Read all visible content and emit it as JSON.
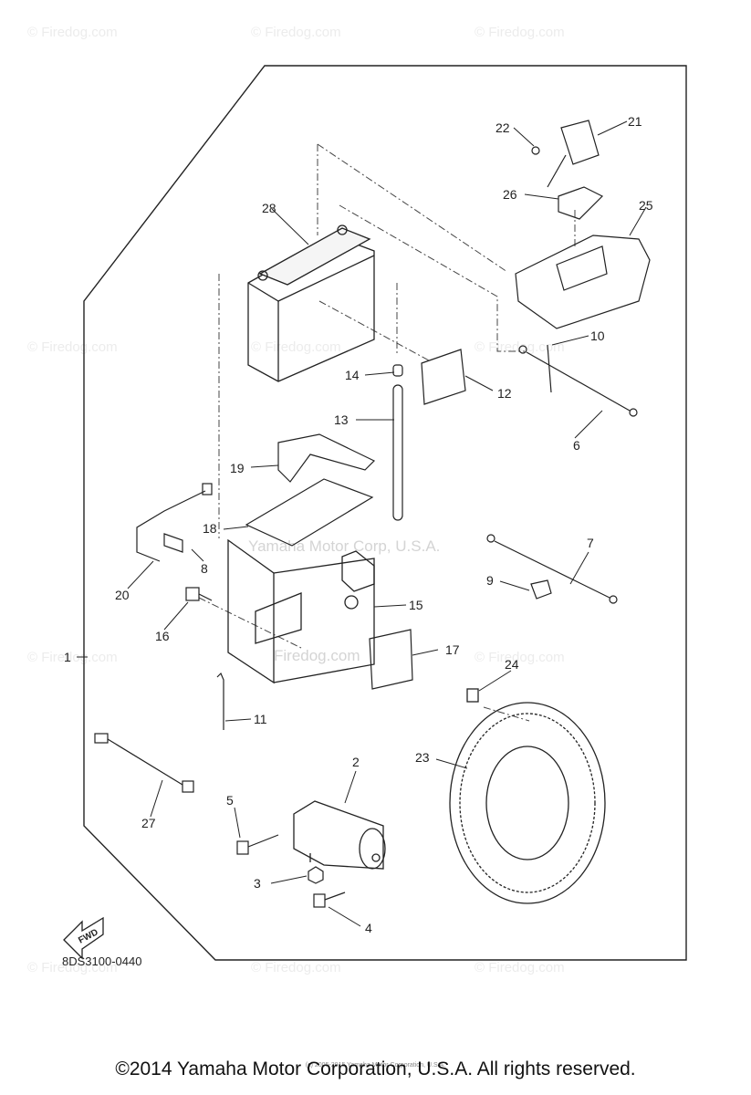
{
  "diagram": {
    "code": "8DS3100-0440",
    "direction_label": "FWD",
    "callouts": [
      "1",
      "2",
      "3",
      "4",
      "5",
      "6",
      "7",
      "8",
      "9",
      "10",
      "11",
      "12",
      "13",
      "14",
      "15",
      "16",
      "17",
      "18",
      "19",
      "20",
      "21",
      "22",
      "23",
      "24",
      "25",
      "26",
      "27",
      "28"
    ]
  },
  "watermark": {
    "site": "© Firedog.com",
    "center_text": "Yamaha Motor Corp, U.S.A.",
    "center_site": "Firedog.com"
  },
  "footer": {
    "copyright": "©2014 Yamaha Motor Corporation, U.S.A. All rights reserved.",
    "fineprint": "(c) 2005-2015 Yamaha Motor Corporation, U.S.A."
  }
}
